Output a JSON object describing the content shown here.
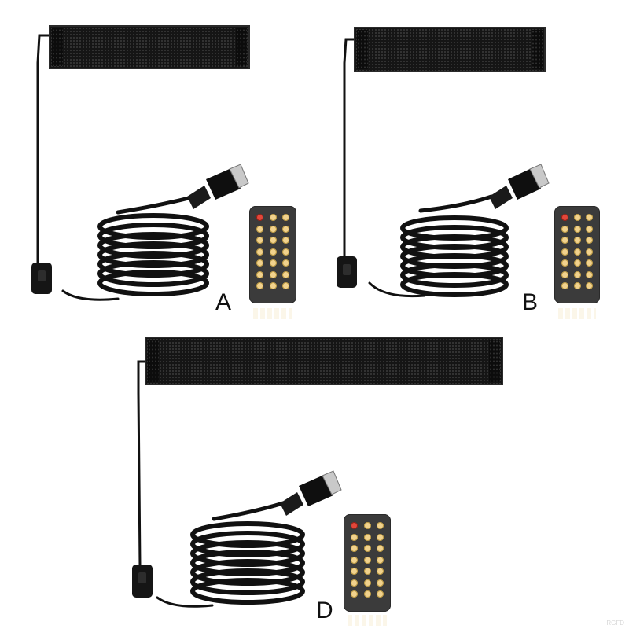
{
  "variants": [
    {
      "label": "A"
    },
    {
      "label": "B"
    },
    {
      "label": "D"
    }
  ],
  "watermark": "RGFD",
  "colors": {
    "panel": "#151515",
    "cable": "#111111",
    "remote_body": "#3b3b3b",
    "remote_button": "#f1d28d",
    "power_button": "#e2473a"
  },
  "icons": [
    "led-matrix-panel",
    "usb-plug",
    "coiled-cable",
    "inline-switch",
    "ir-remote-control"
  ]
}
